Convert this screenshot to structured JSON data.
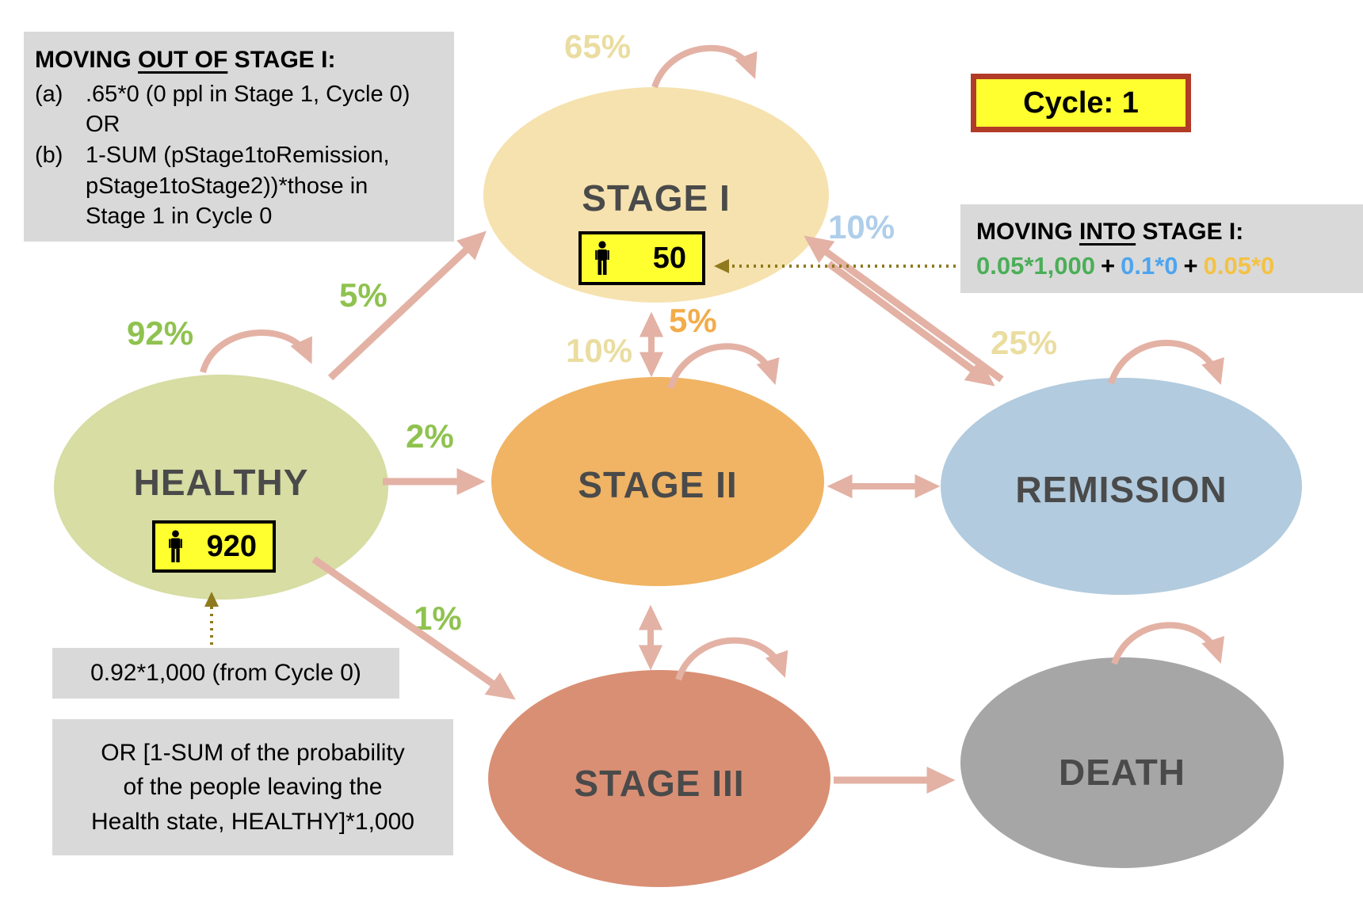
{
  "cycle_badge": {
    "label": "Cycle: 1"
  },
  "states": {
    "healthy": {
      "label": "HEALTHY",
      "count": "920"
    },
    "stage1": {
      "label": "STAGE I",
      "count": "50"
    },
    "stage2": {
      "label": "STAGE II"
    },
    "stage3": {
      "label": "STAGE III"
    },
    "remission": {
      "label": "REMISSION"
    },
    "death": {
      "label": "DEATH"
    }
  },
  "probabilities": {
    "healthy_self": "92%",
    "healthy_to_stage1": "5%",
    "healthy_to_stage2": "2%",
    "healthy_to_stage3": "1%",
    "stage1_self": "65%",
    "stage1_to_stage2": "10%",
    "stage2_to_stage1": "5%",
    "stage1_to_remission": "25%",
    "remission_to_stage1": "10%"
  },
  "notes": {
    "moving_out": {
      "title_prefix": "MOVING ",
      "title_underlined": "OUT OF",
      "title_suffix": " STAGE I:",
      "item_a_marker": "(a)",
      "item_a_text": ".65*0 (0 ppl in Stage 1, Cycle 0)",
      "item_a_or": "OR",
      "item_b_marker": "(b)",
      "item_b_line1": "1-SUM (pStage1toRemission,",
      "item_b_line2": "pStage1toStage2))*those in",
      "item_b_line3": "Stage 1 in Cycle 0"
    },
    "moving_into": {
      "title_prefix": "MOVING ",
      "title_underlined": "INTO",
      "title_suffix": " STAGE I:",
      "term_green": "0.05*1,000",
      "plus_1": "+",
      "term_blue": "0.1*0",
      "plus_2": "+",
      "term_gold": "0.05*0"
    },
    "healthy_calc": "0.92*1,000 (from Cycle 0)",
    "healthy_alt_line1": "OR [1-SUM of the probability",
    "healthy_alt_line2": "of the people leaving the",
    "healthy_alt_line3": "Health state, HEALTHY]*1,000"
  },
  "icons": {
    "person": "person-icon",
    "self_loop": "self-loop-arrow",
    "dotted_pointer": "dotted-arrow"
  },
  "colors": {
    "healthy_fill": "#D7DDA3",
    "stage1_fill": "#F6E2AE",
    "stage2_fill": "#F0B464",
    "stage3_fill": "#D98F74",
    "remission_fill": "#B2CBDE",
    "death_fill": "#A6A6A6",
    "arrow_pink": "#E3B2A5",
    "arrow_olive": "#8F7A1E",
    "label_green": "#8FC24F",
    "label_khaki": "#EADDA0",
    "label_orange": "#F2AC4A",
    "label_blue": "#AFCEEA",
    "note_bg": "#D9D9D9",
    "count_bg": "#FFFF30",
    "cycle_border": "#B23B28",
    "formula_green": "#4BAE58",
    "formula_blue": "#4CA5EF",
    "formula_gold": "#F4C243"
  }
}
